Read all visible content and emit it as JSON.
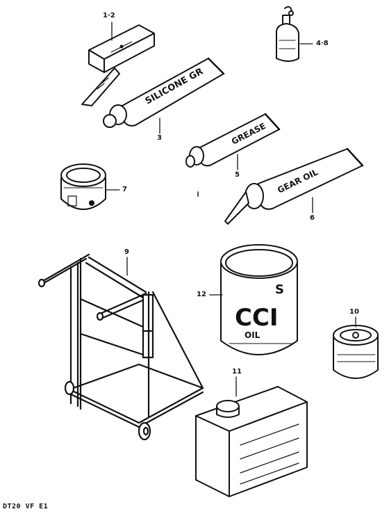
{
  "callouts": {
    "c1_2": "1·2",
    "c3": "3",
    "c4_8": "4·8",
    "c5": "5",
    "c6": "6",
    "c7": "7",
    "c9": "9",
    "c10": "10",
    "c11": "11",
    "c12": "12"
  },
  "package_text": {
    "silicone": "SILICONE GR",
    "grease": "GREASE",
    "gear_oil": "GEAR OIL",
    "cci": "CCI",
    "s_logo": "S",
    "oil": "OIL"
  },
  "footer": "DT20 VF E1"
}
